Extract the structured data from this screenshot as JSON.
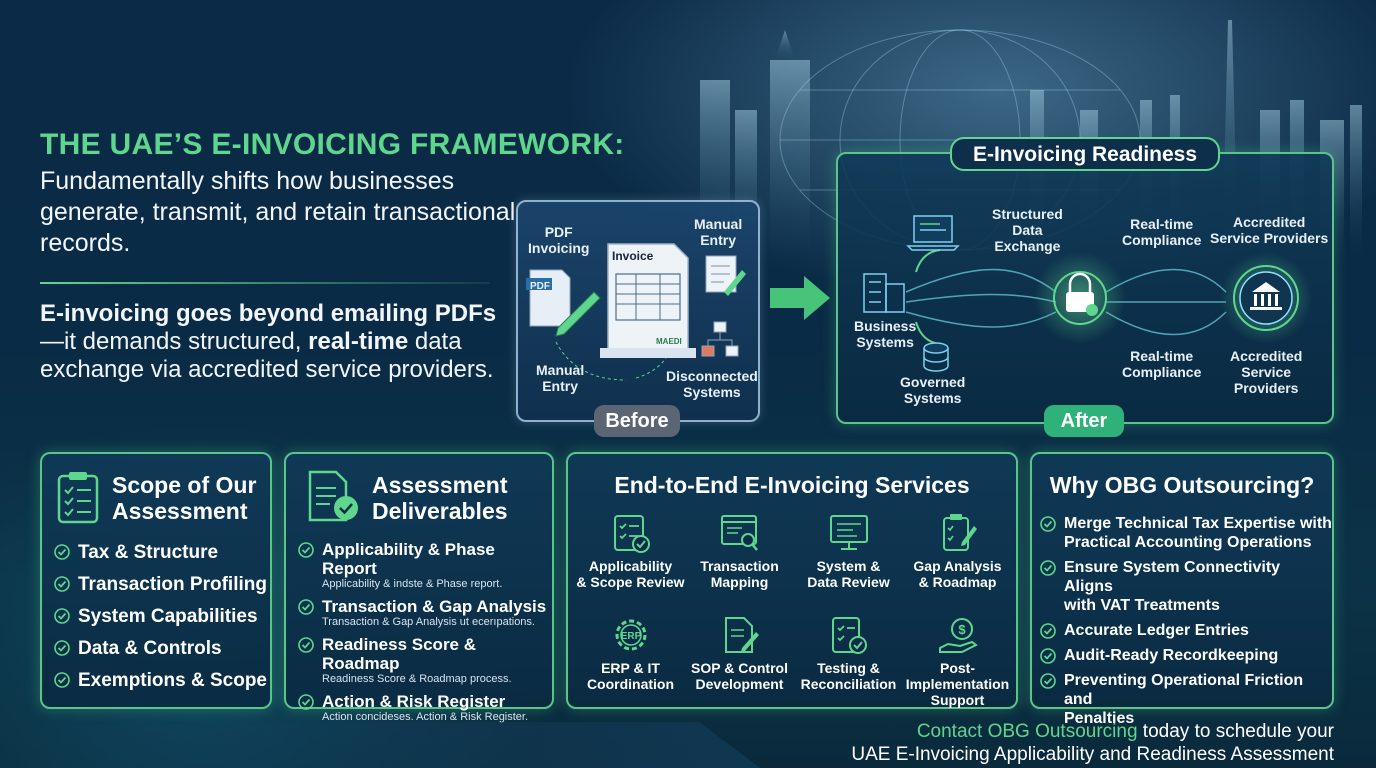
{
  "header": {
    "title": "THE UAE’S E-INVOICING FRAMEWORK:",
    "subtitle": "Fundamentally shifts how businesses generate, transmit, and retain transactional records.",
    "lead": {
      "part1": "E-invoicing goes beyond emailing PDFs",
      "part2": "—it demands structured, ",
      "part3": "real-time",
      "part4": " data exchange via accredited service providers."
    }
  },
  "before": {
    "badge": "Before",
    "labels": {
      "pdf_invoicing": [
        "PDF",
        "Invoicing"
      ],
      "manual_entry_top": [
        "Manual",
        "Entry"
      ],
      "manual_entry_bottom": [
        "Manual",
        "Entry"
      ],
      "disconnected": [
        "Disconnected",
        "Systems"
      ],
      "invoice": "Invoice",
      "pdf_tag": "PDF",
      "stamp": "MAEDI"
    }
  },
  "after": {
    "badge": "After",
    "title": "E-Invoicing Readiness",
    "labels": {
      "business_systems": [
        "Business",
        "Systems"
      ],
      "governed_systems": [
        "Governed",
        "Systems"
      ],
      "structured_data": [
        "Structured",
        "Data",
        "Exchange"
      ],
      "realtime_top": [
        "Real-time",
        "Compliance"
      ],
      "realtime_bottom": [
        "Real-time",
        "Compliance"
      ],
      "providers_top": [
        "Accredited",
        "Service Providers"
      ],
      "providers_bottom": [
        "Accredited",
        "Service",
        "Providers"
      ]
    }
  },
  "scope": {
    "title": [
      "Scope of Our",
      "Assessment"
    ],
    "items": [
      "Tax & Structure",
      "Transaction Profiling",
      "System Capabilities",
      "Data & Controls",
      "Exemptions & Scope"
    ]
  },
  "deliverables": {
    "title": [
      "Assessment",
      "Deliverables"
    ],
    "items": [
      {
        "label": "Applicability & Phase Report",
        "sub": "Applicability & indste & Phase report."
      },
      {
        "label": "Transaction & Gap Analysis",
        "sub": "Transaction & Gap Analysis ut ecerıpations."
      },
      {
        "label": "Readiness Score & Roadmap",
        "sub": "Readiness Score & Roadmap process."
      },
      {
        "label": "Action & Risk Register",
        "sub": "Action concideses. Action & Risk Register."
      }
    ]
  },
  "services": {
    "title": "End-to-End E-Invoicing Services",
    "items": [
      {
        "icon": "checklist-icon",
        "label": [
          "Applicability",
          "& Scope Review"
        ]
      },
      {
        "icon": "search-document-icon",
        "label": [
          "Transaction",
          "Mapping"
        ]
      },
      {
        "icon": "monitor-icon",
        "label": [
          "System &",
          "Data Review"
        ]
      },
      {
        "icon": "clipboard-edit-icon",
        "label": [
          "Gap Analysis",
          "& Roadmap"
        ]
      },
      {
        "icon": "erp-gear-icon",
        "label": [
          "ERP & IT",
          "Coordination"
        ],
        "icon_text": "ERP"
      },
      {
        "icon": "document-pen-icon",
        "label": [
          "SOP & Control",
          "Development"
        ]
      },
      {
        "icon": "checklist-verify-icon",
        "label": [
          "Testing &",
          "Reconciliation"
        ]
      },
      {
        "icon": "hand-coin-icon",
        "label": [
          "Post-Implementation",
          "Support"
        ],
        "icon_text": "$"
      }
    ]
  },
  "why": {
    "title": "Why OBG Outsourcing?",
    "items": [
      [
        "Merge Technical Tax Expertise with",
        "Practical Accounting Operations"
      ],
      [
        "Ensure System Connectivity Aligns",
        "with VAT Treatments"
      ],
      [
        "Accurate Ledger Entries"
      ],
      [
        "Audit-Ready Recordkeeping"
      ],
      [
        "Preventing Operational Friction and",
        "Penalties"
      ]
    ]
  },
  "footer": {
    "highlight": "Contact OBG Outsourcing",
    "line1_rest": " today to schedule your",
    "line2": "UAE E-Invoicing Applicability and Readiness Assessment"
  },
  "colors": {
    "accent": "#5fd68d",
    "background": "#0b2a47",
    "panel_border": "#57c788"
  }
}
